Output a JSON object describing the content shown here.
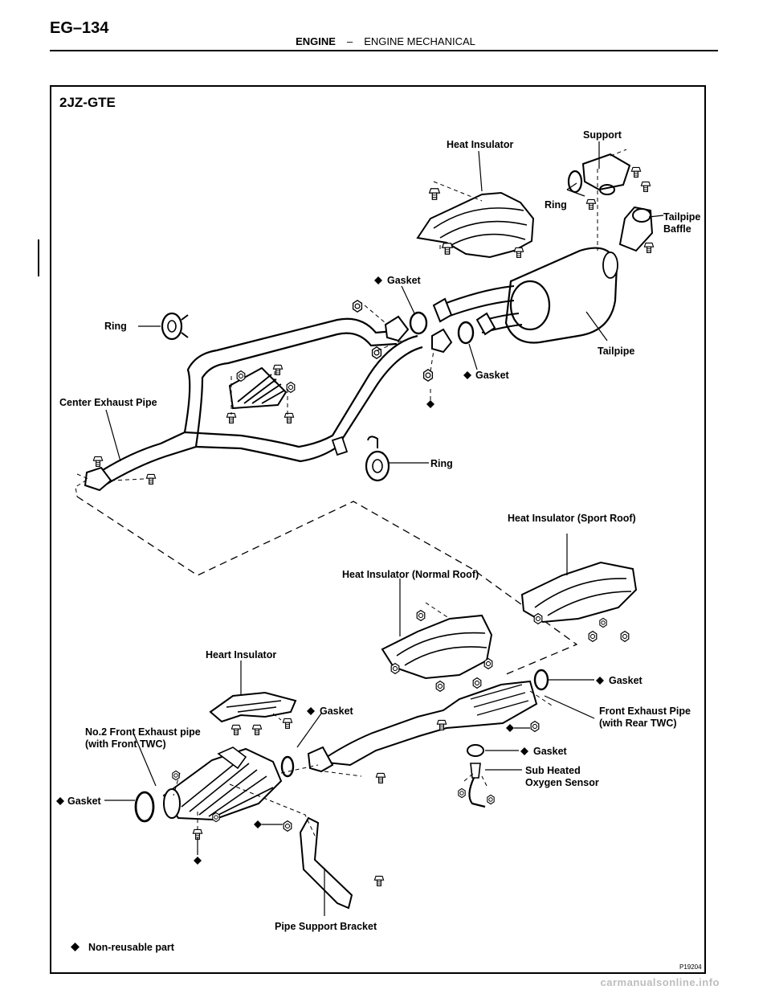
{
  "header": {
    "page_number": "EG–134",
    "section": "ENGINE",
    "separator": "–",
    "subsection": "ENGINE MECHANICAL"
  },
  "diagram": {
    "model": "2JZ-GTE",
    "figure_id": "P19204",
    "labels": {
      "support": "Support",
      "heat_insulator_top": "Heat Insulator",
      "ring_support": "Ring",
      "tailpipe_baffle_1": "Tailpipe",
      "tailpipe_baffle_2": "Baffle",
      "gasket_upper": "Gasket",
      "ring_left": "Ring",
      "tailpipe": "Tailpipe",
      "gasket_mid": "Gasket",
      "center_exhaust_pipe": "Center Exhaust Pipe",
      "ring_lower": "Ring",
      "heat_insulator_sport": "Heat Insulator (Sport Roof)",
      "heat_insulator_normal": "Heat Insulator (Normal Roof)",
      "heart_insulator": "Heart Insulator",
      "gasket_front_right": "Gasket",
      "gasket_front_mid": "Gasket",
      "front_exhaust_pipe_1": "Front Exhaust Pipe",
      "front_exhaust_pipe_2": "(with Rear TWC)",
      "no2_front_1": "No.2 Front Exhaust pipe",
      "no2_front_2": "(with Front TWC)",
      "gasket_sensor": "Gasket",
      "sub_heated_1": "Sub Heated",
      "sub_heated_2": "Oxygen Sensor",
      "gasket_left": "Gasket",
      "pipe_support_bracket": "Pipe Support Bracket",
      "non_reusable": "Non-reusable part"
    }
  },
  "footer": {
    "watermark": "carmanualsonline.info"
  }
}
